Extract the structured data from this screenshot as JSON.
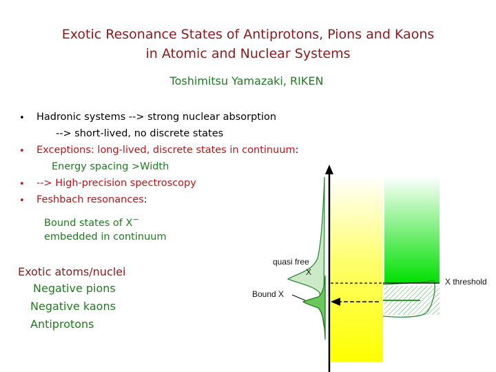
{
  "title": {
    "line1": "Exotic Resonance States of Antiprotons, Pions and Kaons",
    "line2": "in Atomic and Nuclear Systems"
  },
  "author": "Toshimitsu Yamazaki, RIKEN",
  "bullets": [
    {
      "marker": "•",
      "text": "Hadronic systems --> strong nuclear absorption"
    },
    {
      "text": "--> short-lived, no discrete states"
    },
    {
      "marker": "•",
      "text": "Exceptions:  long-lived, discrete states in continuum",
      "suffix": ":"
    },
    {
      "text": "Energy spacing >Width"
    },
    {
      "marker": "•",
      "text": "--> High-precision spectroscopy"
    },
    {
      "marker": "•",
      "text": "Feshbach resonances",
      "suffix": ":"
    }
  ],
  "bound_states": {
    "line1": "Bound states of X",
    "sup": "−",
    "line2": "embedded in continuum"
  },
  "exotic": {
    "heading": "Exotic atoms/nuclei",
    "items": [
      "Negative pions",
      "Negative kaons",
      "Antiprotons"
    ]
  },
  "diagram": {
    "quasi_free": "quasi free",
    "x": "X",
    "bound_x": "Bound X",
    "x_threshold": "X threshold"
  },
  "colors": {
    "title": "#8b1a1a",
    "red_text": "#b01818",
    "green_text": "#1f7a1f",
    "yellow_fill": "#ffff00",
    "green_fill": "#00e000"
  }
}
